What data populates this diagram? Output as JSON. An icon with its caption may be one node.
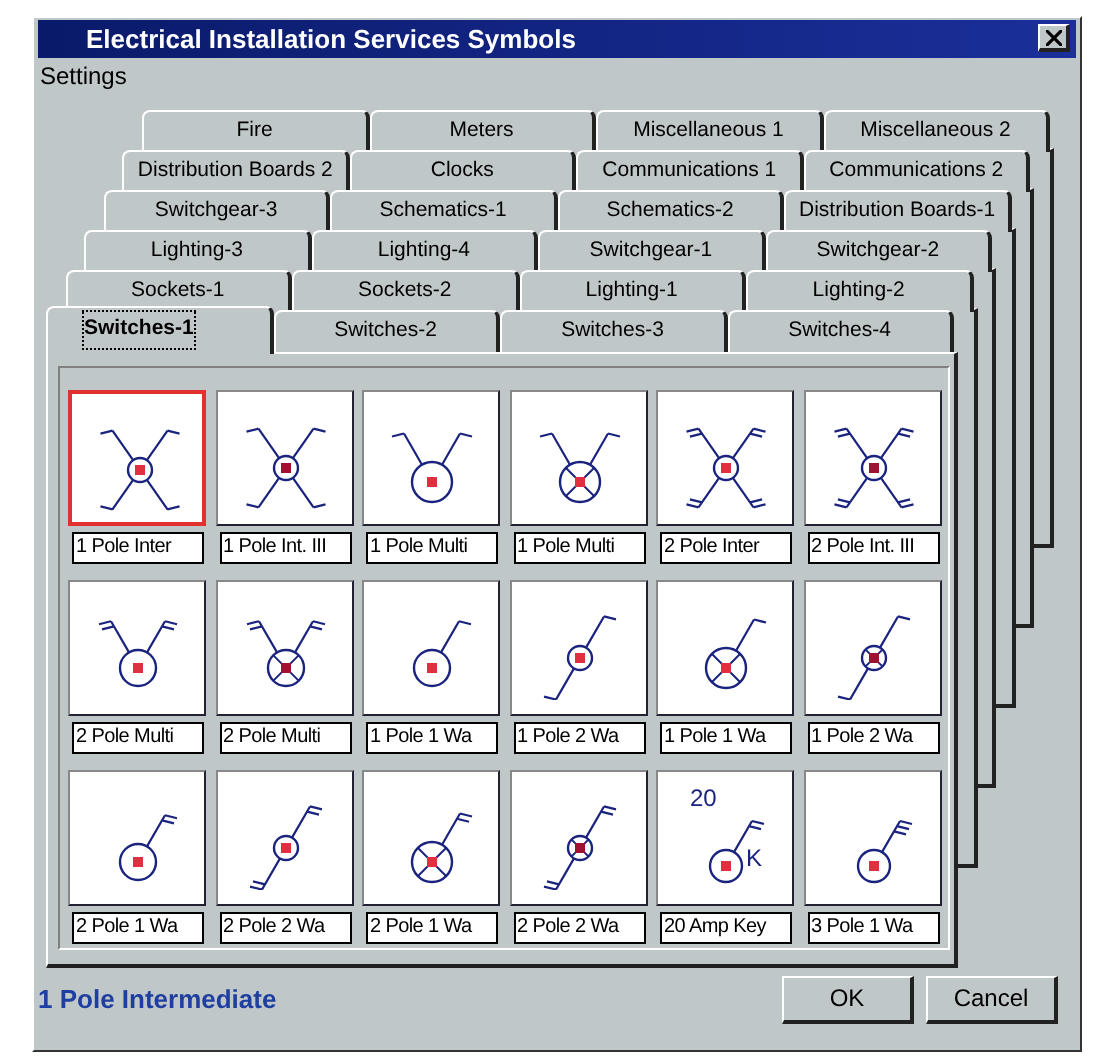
{
  "diagram": {
    "title": "Electrical Installation Services Symbols",
    "labels": [
      "Settings",
      "Fire",
      "Meters",
      "Miscellaneous 1",
      "Miscellaneous 2",
      "Distribution Boards 2",
      "Clocks",
      "Communications 1",
      "Communications 2",
      "Switchgear-3",
      "Schematics-1",
      "Schematics-2",
      "Distribution Boards-1",
      "Lighting-3",
      "Lighting-4",
      "Switchgear-1",
      "Switchgear-2",
      "Sockets-1",
      "Sockets-2",
      "Lighting-1",
      "Lighting-2",
      "Switches-1",
      "Switches-2",
      "Switches-3",
      "Switches-4",
      "1 Pole Inter",
      "1 Pole Int. III",
      "1 Pole Multi",
      "1 Pole Multi",
      "2 Pole Inter",
      "2 Pole Int. III",
      "2 Pole Multi",
      "2 Pole Multi",
      "1 Pole 1 Wa",
      "1 Pole 2 Wa",
      "1 Pole 1 Wa",
      "1 Pole 2 Wa",
      "2 Pole 1 Wa",
      "2 Pole 2 Wa",
      "2 Pole 1 Wa",
      "2 Pole 2 Wa",
      "20 Amp Key",
      "3 Pole 1 Wa",
      "20",
      "K",
      "1 Pole Intermediate",
      "OK",
      "Cancel"
    ]
  }
}
